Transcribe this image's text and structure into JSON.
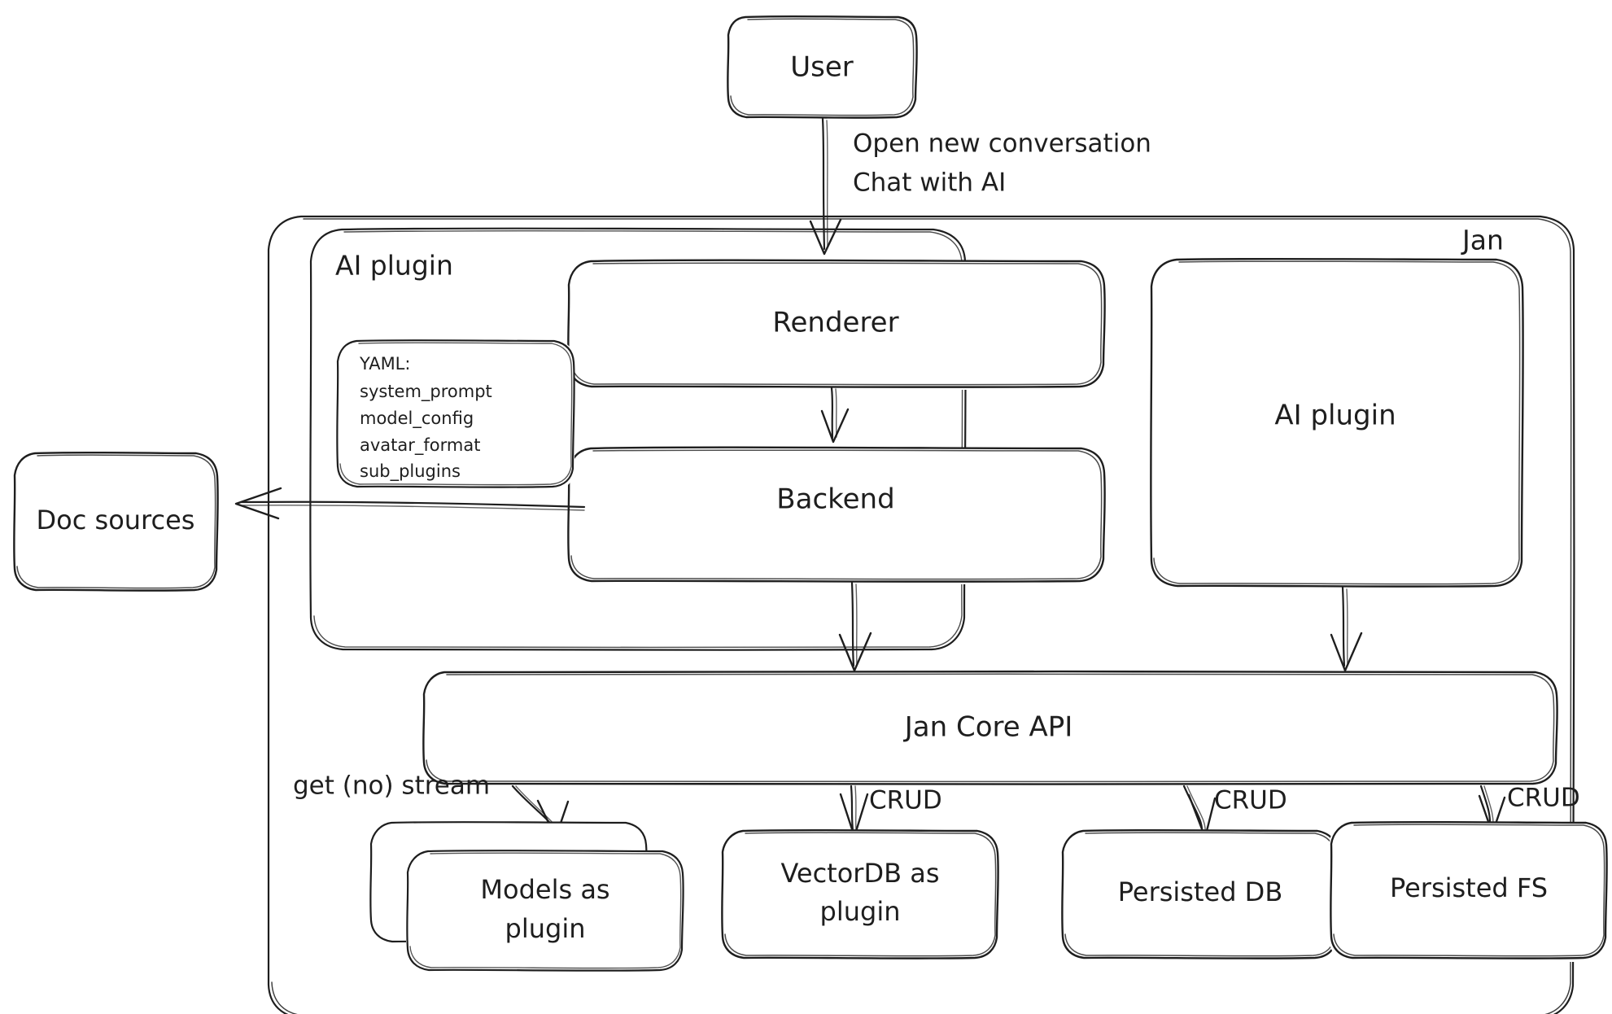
{
  "diagram": {
    "title": "Jan architecture diagram",
    "style": "hand-drawn",
    "stroke_color": "#1e1e1e",
    "background_color": "#ffffff"
  },
  "containers": {
    "jan": {
      "label": "Jan"
    },
    "ai_plugin_group": {
      "label": "AI plugin"
    }
  },
  "nodes": {
    "user": {
      "label": "User"
    },
    "renderer": {
      "label": "Renderer"
    },
    "backend": {
      "label": "Backend"
    },
    "ai_plugin_right": {
      "label": "AI plugin"
    },
    "doc_sources": {
      "label": "Doc sources"
    },
    "jan_core_api": {
      "label": "Jan Core API"
    },
    "models": {
      "label_line1": "Models as",
      "label_line2": "plugin"
    },
    "vectordb": {
      "label_line1": "VectorDB as",
      "label_line2": "plugin"
    },
    "persisted_db": {
      "label": "Persisted DB"
    },
    "persisted_fs": {
      "label": "Persisted FS"
    }
  },
  "yaml_box": {
    "lines": [
      "YAML:",
      "system_prompt",
      "model_config",
      "avatar_format",
      "sub_plugins"
    ]
  },
  "edges": {
    "user_to_renderer": {
      "label_line1": "Open new conversation",
      "label_line2": "Chat with AI"
    },
    "renderer_to_backend": {
      "label": ""
    },
    "backend_to_doc_sources": {
      "label": ""
    },
    "backend_to_core": {
      "label": ""
    },
    "ai_plugin_to_core": {
      "label": ""
    },
    "core_to_models": {
      "label": "get (no) stream"
    },
    "core_to_vectordb": {
      "label": "CRUD"
    },
    "core_to_persisted_db": {
      "label": "CRUD"
    },
    "core_to_persisted_fs": {
      "label": "CRUD"
    }
  }
}
